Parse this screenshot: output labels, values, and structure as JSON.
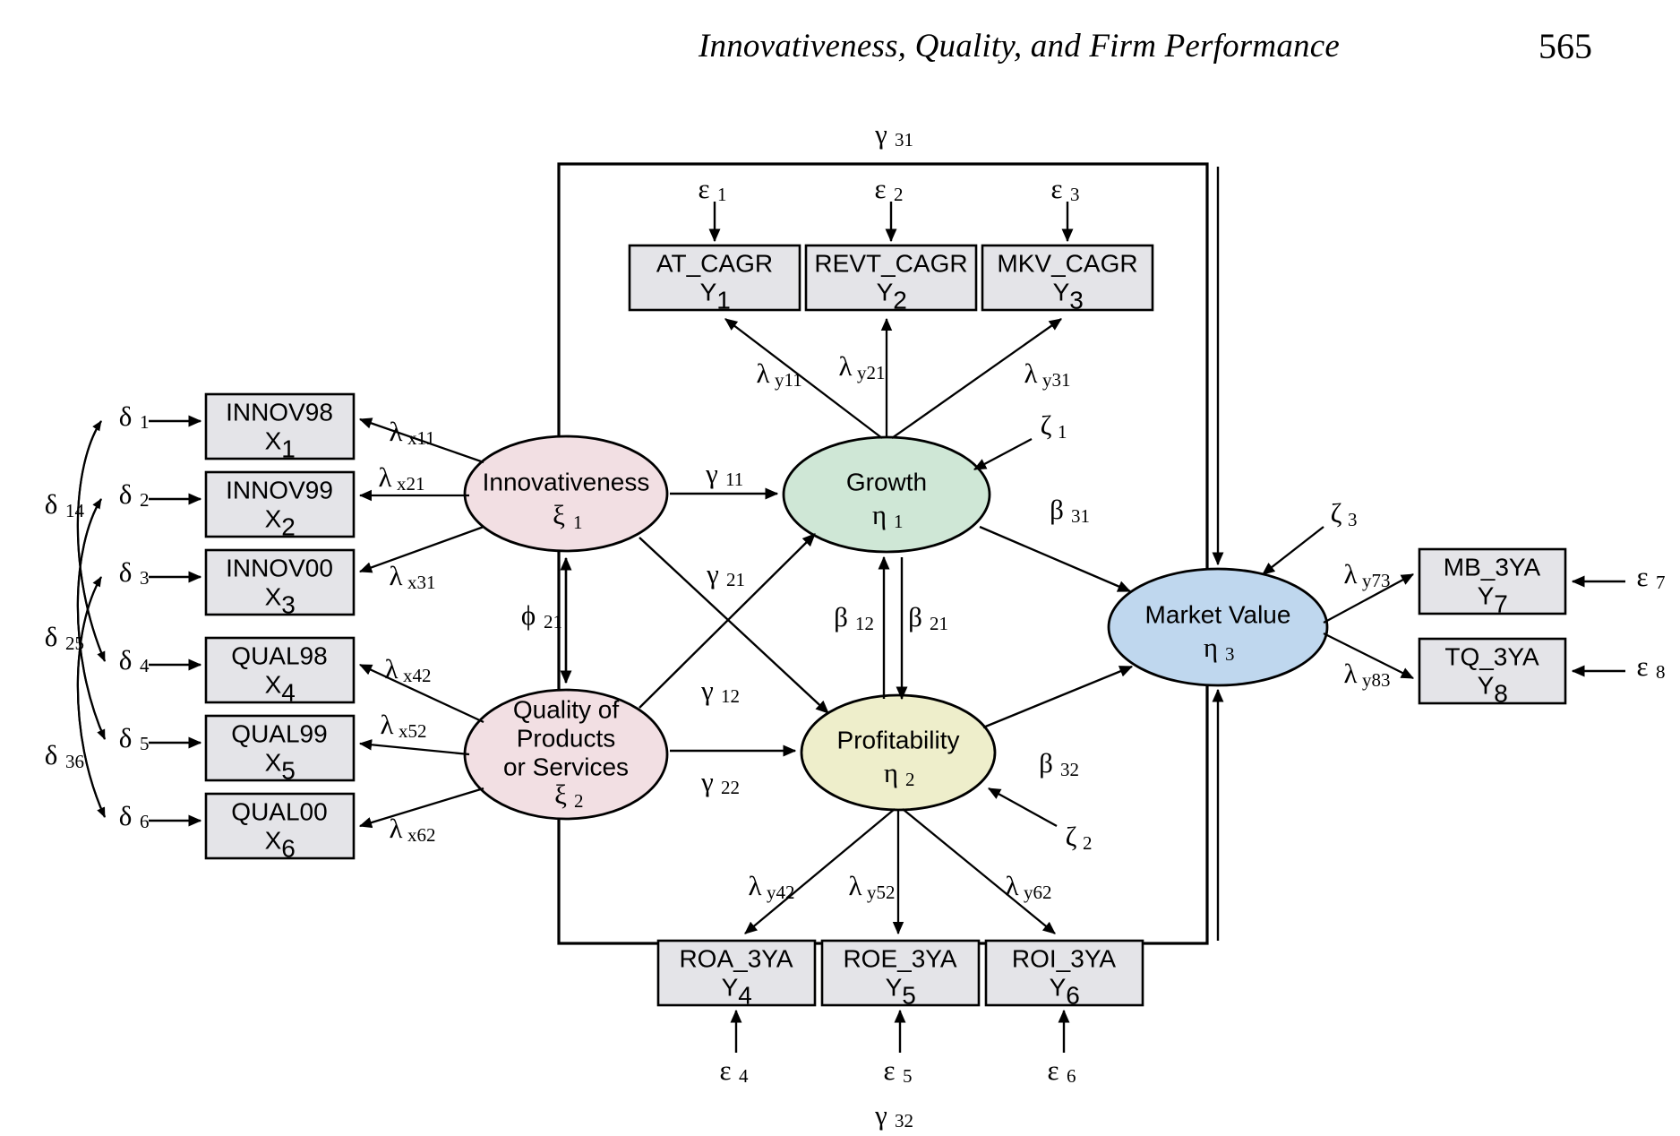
{
  "header": {
    "title": "Innovativeness, Quality, and Firm Performance",
    "page_number": "565"
  },
  "diagram": {
    "type": "structural-equation-model-path-diagram",
    "colors": {
      "exogenous_latent_fill": "#f2dfe3",
      "growth_fill": "#cfe7d6",
      "profitability_fill": "#eeeecb",
      "market_value_fill": "#bfd7ee",
      "indicator_box_fill": "#e4e4e8",
      "stroke": "#000000"
    },
    "indicator_boxes_left": [
      {
        "name": "INNOV98",
        "var": "X",
        "sub": "1"
      },
      {
        "name": "INNOV99",
        "var": "X",
        "sub": "2"
      },
      {
        "name": "INNOV00",
        "var": "X",
        "sub": "3"
      },
      {
        "name": "QUAL98",
        "var": "X",
        "sub": "4"
      },
      {
        "name": "QUAL99",
        "var": "X",
        "sub": "5"
      },
      {
        "name": "QUAL00",
        "var": "X",
        "sub": "6"
      }
    ],
    "indicator_boxes_top": [
      {
        "name": "AT_CAGR",
        "var": "Y",
        "sub": "1"
      },
      {
        "name": "REVT_CAGR",
        "var": "Y",
        "sub": "2"
      },
      {
        "name": "MKV_CAGR",
        "var": "Y",
        "sub": "3"
      }
    ],
    "indicator_boxes_bottom": [
      {
        "name": "ROA_3YA",
        "var": "Y",
        "sub": "4"
      },
      {
        "name": "ROE_3YA",
        "var": "Y",
        "sub": "5"
      },
      {
        "name": "ROI_3YA",
        "var": "Y",
        "sub": "6"
      }
    ],
    "indicator_boxes_right": [
      {
        "name": "MB_3YA",
        "var": "Y",
        "sub": "7"
      },
      {
        "name": "TQ_3YA",
        "var": "Y",
        "sub": "8"
      }
    ],
    "latent_variables": [
      {
        "label_line1": "Innovativeness",
        "label_line2": "",
        "label_line3": "",
        "symbol": "ξ",
        "symbol_sub": "1",
        "fill": "#f2dfe3"
      },
      {
        "label_line1": "Quality of",
        "label_line2": "Products",
        "label_line3": "or Services",
        "symbol": "ξ",
        "symbol_sub": "2",
        "fill": "#f2dfe3"
      },
      {
        "label_line1": "Growth",
        "label_line2": "",
        "label_line3": "",
        "symbol": "η",
        "symbol_sub": "1",
        "fill": "#cfe7d6"
      },
      {
        "label_line1": "Profitability",
        "label_line2": "",
        "label_line3": "",
        "symbol": "η",
        "symbol_sub": "2",
        "fill": "#eeeecb"
      },
      {
        "label_line1": "Market Value",
        "label_line2": "",
        "label_line3": "",
        "symbol": "η",
        "symbol_sub": "3",
        "fill": "#bfd7ee"
      }
    ],
    "error_terms_delta": [
      {
        "symbol": "δ",
        "sub": "1"
      },
      {
        "symbol": "δ",
        "sub": "2"
      },
      {
        "symbol": "δ",
        "sub": "3"
      },
      {
        "symbol": "δ",
        "sub": "4"
      },
      {
        "symbol": "δ",
        "sub": "5"
      },
      {
        "symbol": "δ",
        "sub": "6"
      }
    ],
    "error_covariances_delta": [
      {
        "symbol": "δ",
        "sub": "14"
      },
      {
        "symbol": "δ",
        "sub": "25"
      },
      {
        "symbol": "δ",
        "sub": "36"
      }
    ],
    "error_terms_epsilon": [
      {
        "symbol": "ε",
        "sub": "1"
      },
      {
        "symbol": "ε",
        "sub": "2"
      },
      {
        "symbol": "ε",
        "sub": "3"
      },
      {
        "symbol": "ε",
        "sub": "4"
      },
      {
        "symbol": "ε",
        "sub": "5"
      },
      {
        "symbol": "ε",
        "sub": "6"
      },
      {
        "symbol": "ε",
        "sub": "7"
      },
      {
        "symbol": "ε",
        "sub": "8"
      }
    ],
    "disturbances_zeta": [
      {
        "symbol": "ζ",
        "sub": "1"
      },
      {
        "symbol": "ζ",
        "sub": "2"
      },
      {
        "symbol": "ζ",
        "sub": "3"
      }
    ],
    "loadings_lambda_x": [
      {
        "symbol": "λ",
        "sub": "x11"
      },
      {
        "symbol": "λ",
        "sub": "x21"
      },
      {
        "symbol": "λ",
        "sub": "x31"
      },
      {
        "symbol": "λ",
        "sub": "x42"
      },
      {
        "symbol": "λ",
        "sub": "x52"
      },
      {
        "symbol": "λ",
        "sub": "x62"
      }
    ],
    "loadings_lambda_y": [
      {
        "symbol": "λ",
        "sub": "y11"
      },
      {
        "symbol": "λ",
        "sub": "y21"
      },
      {
        "symbol": "λ",
        "sub": "y31"
      },
      {
        "symbol": "λ",
        "sub": "y42"
      },
      {
        "symbol": "λ",
        "sub": "y52"
      },
      {
        "symbol": "λ",
        "sub": "y62"
      },
      {
        "symbol": "λ",
        "sub": "y73"
      },
      {
        "symbol": "λ",
        "sub": "y83"
      }
    ],
    "structural_paths_gamma": [
      {
        "symbol": "γ",
        "sub": "11"
      },
      {
        "symbol": "γ",
        "sub": "21"
      },
      {
        "symbol": "γ",
        "sub": "12"
      },
      {
        "symbol": "γ",
        "sub": "22"
      },
      {
        "symbol": "γ",
        "sub": "31"
      },
      {
        "symbol": "γ",
        "sub": "32"
      }
    ],
    "structural_paths_beta": [
      {
        "symbol": "β",
        "sub": "12"
      },
      {
        "symbol": "β",
        "sub": "21"
      },
      {
        "symbol": "β",
        "sub": "31"
      },
      {
        "symbol": "β",
        "sub": "32"
      }
    ],
    "covariance_phi": {
      "symbol": "ϕ",
      "sub": "21"
    }
  }
}
